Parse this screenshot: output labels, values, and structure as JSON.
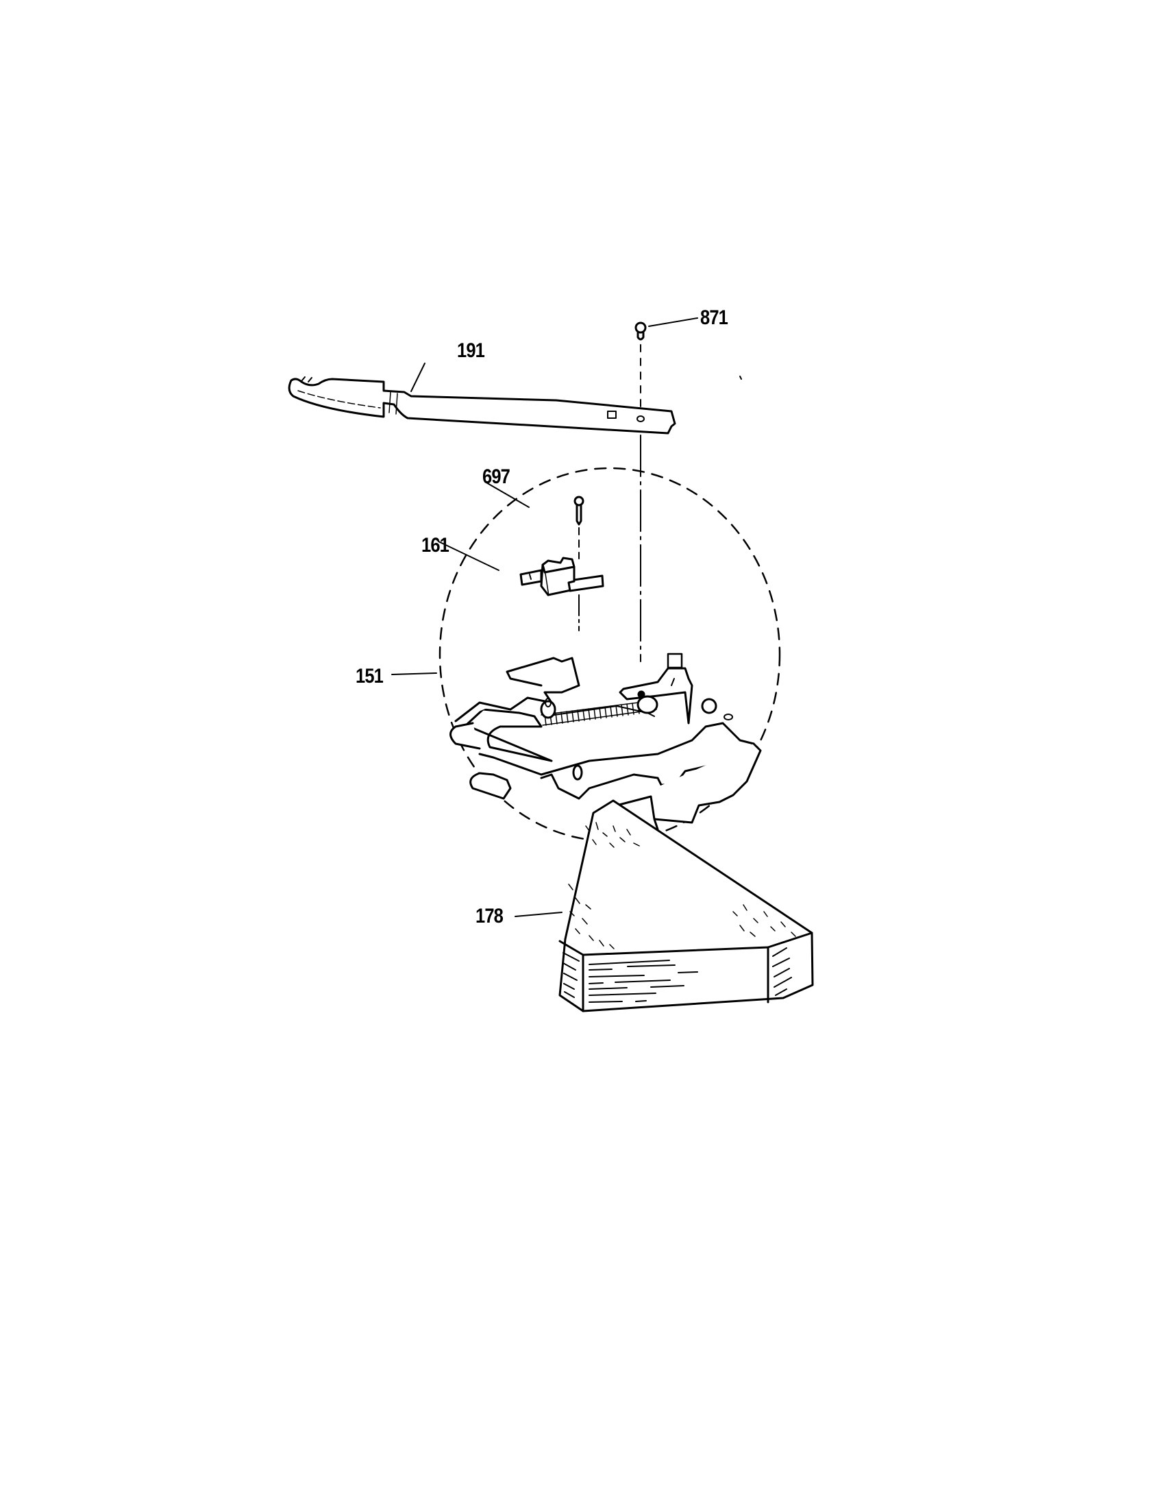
{
  "diagram": {
    "type": "exploded-parts-view",
    "colors": {
      "line": "#000000",
      "background": "#ffffff"
    },
    "parts": [
      {
        "id": "871",
        "label": "871",
        "description": "screw"
      },
      {
        "id": "191",
        "label": "191",
        "description": "latch handle bar"
      },
      {
        "id": "697",
        "label": "697",
        "description": "screw"
      },
      {
        "id": "161",
        "label": "161",
        "description": "switch"
      },
      {
        "id": "151",
        "label": "151",
        "description": "latch assembly (dashed group)"
      },
      {
        "id": "178",
        "label": "178",
        "description": "insulation block"
      }
    ]
  }
}
